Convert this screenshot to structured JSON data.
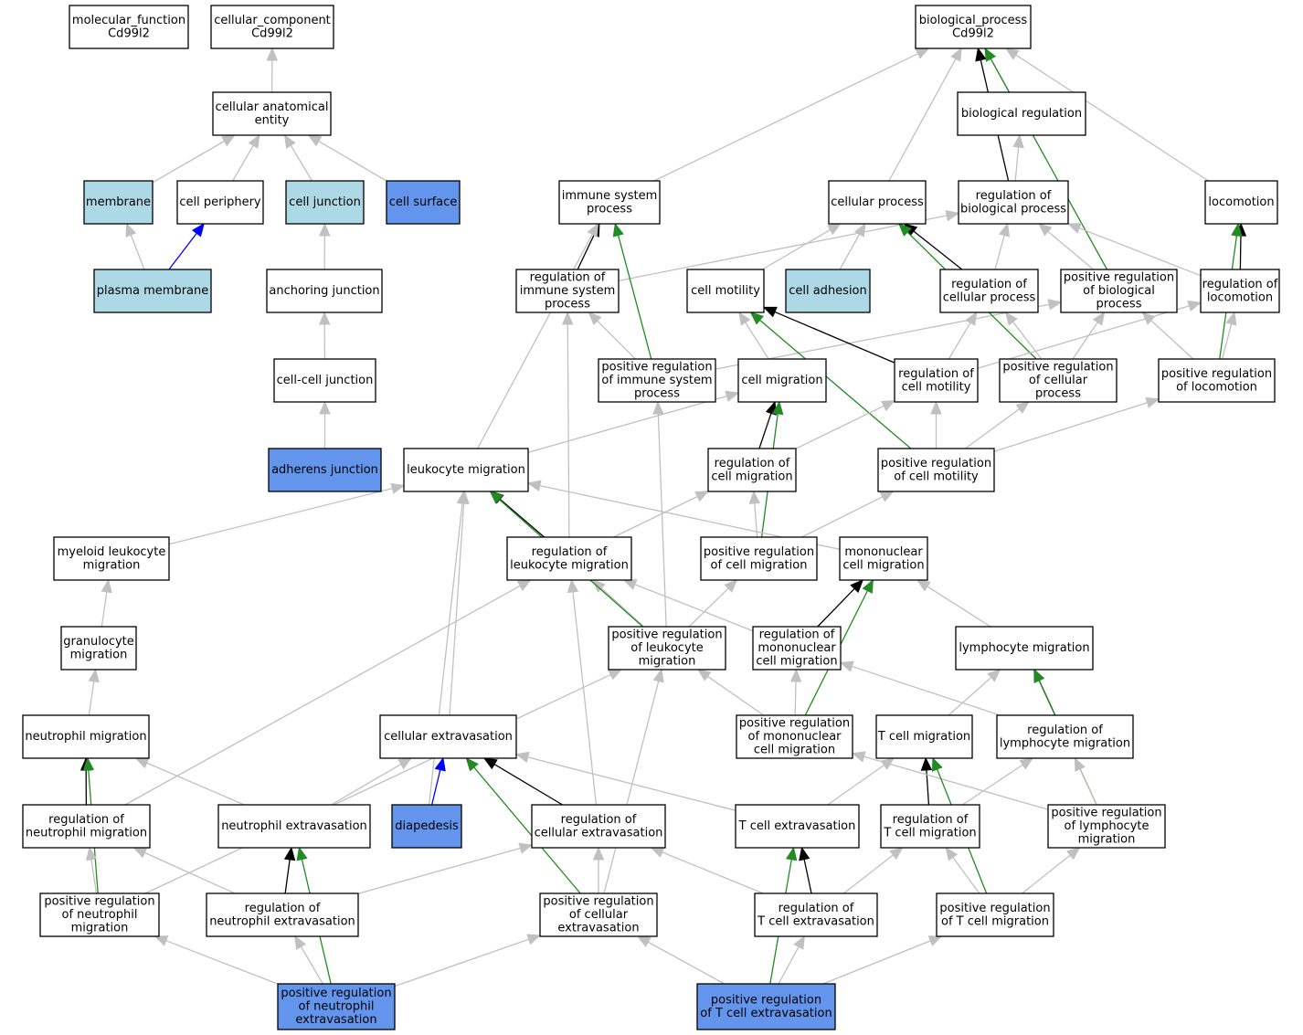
{
  "colors": {
    "white": "#ffffff",
    "light_blue": "#add8e6",
    "cornflower_blue": "#6495ed",
    "is_a_edge": "#c0c0c0",
    "part_of_edge": "#0000ff",
    "regulates_edge": "#000000",
    "positively_regulates_edge": "#228b22"
  },
  "nodes": [
    {
      "id": "mf",
      "lines": [
        "molecular_function",
        "Cd99l2"
      ],
      "fill": "white"
    },
    {
      "id": "cc",
      "lines": [
        "cellular_component",
        "Cd99l2"
      ],
      "fill": "white"
    },
    {
      "id": "bp",
      "lines": [
        "biological_process",
        "Cd99l2"
      ],
      "fill": "white"
    },
    {
      "id": "cae",
      "lines": [
        "cellular anatomical",
        "entity"
      ],
      "fill": "white"
    },
    {
      "id": "membrane",
      "lines": [
        "membrane"
      ],
      "fill": "light_blue"
    },
    {
      "id": "cperiph",
      "lines": [
        "cell periphery"
      ],
      "fill": "white"
    },
    {
      "id": "cjunc",
      "lines": [
        "cell junction"
      ],
      "fill": "light_blue"
    },
    {
      "id": "csurf",
      "lines": [
        "cell surface"
      ],
      "fill": "cornflower_blue"
    },
    {
      "id": "pm",
      "lines": [
        "plasma membrane"
      ],
      "fill": "light_blue"
    },
    {
      "id": "anch",
      "lines": [
        "anchoring junction"
      ],
      "fill": "white"
    },
    {
      "id": "ccj",
      "lines": [
        "cell-cell junction"
      ],
      "fill": "white"
    },
    {
      "id": "adh",
      "lines": [
        "adherens junction"
      ],
      "fill": "cornflower_blue"
    },
    {
      "id": "breg",
      "lines": [
        "biological regulation"
      ],
      "fill": "white"
    },
    {
      "id": "isp",
      "lines": [
        "immune system",
        "process"
      ],
      "fill": "white"
    },
    {
      "id": "cproc",
      "lines": [
        "cellular process"
      ],
      "fill": "white"
    },
    {
      "id": "rbp",
      "lines": [
        "regulation of",
        "biological process"
      ],
      "fill": "white"
    },
    {
      "id": "loco",
      "lines": [
        "locomotion"
      ],
      "fill": "white"
    },
    {
      "id": "risp",
      "lines": [
        "regulation of",
        "immune system",
        "process"
      ],
      "fill": "white"
    },
    {
      "id": "cmot",
      "lines": [
        "cell motility"
      ],
      "fill": "white"
    },
    {
      "id": "cadh",
      "lines": [
        "cell adhesion"
      ],
      "fill": "light_blue"
    },
    {
      "id": "rcp",
      "lines": [
        "regulation of",
        "cellular process"
      ],
      "fill": "white"
    },
    {
      "id": "prbp",
      "lines": [
        "positive regulation",
        "of biological",
        "process"
      ],
      "fill": "white"
    },
    {
      "id": "rloco",
      "lines": [
        "regulation of",
        "locomotion"
      ],
      "fill": "white"
    },
    {
      "id": "prisp",
      "lines": [
        "positive regulation",
        "of immune system",
        "process"
      ],
      "fill": "white"
    },
    {
      "id": "cmig",
      "lines": [
        "cell migration"
      ],
      "fill": "white"
    },
    {
      "id": "rcmot",
      "lines": [
        "regulation of",
        "cell motility"
      ],
      "fill": "white"
    },
    {
      "id": "prcp",
      "lines": [
        "positive regulation",
        "of cellular",
        "process"
      ],
      "fill": "white"
    },
    {
      "id": "prloco",
      "lines": [
        "positive regulation",
        "of locomotion"
      ],
      "fill": "white"
    },
    {
      "id": "lmig",
      "lines": [
        "leukocyte migration"
      ],
      "fill": "white"
    },
    {
      "id": "rcmig",
      "lines": [
        "regulation of",
        "cell migration"
      ],
      "fill": "white"
    },
    {
      "id": "prcmot",
      "lines": [
        "positive regulation",
        "of cell motility"
      ],
      "fill": "white"
    },
    {
      "id": "mlmig",
      "lines": [
        "myeloid leukocyte",
        "migration"
      ],
      "fill": "white"
    },
    {
      "id": "rlmig",
      "lines": [
        "regulation of",
        "leukocyte migration"
      ],
      "fill": "white"
    },
    {
      "id": "prcmig",
      "lines": [
        "positive regulation",
        "of cell migration"
      ],
      "fill": "white"
    },
    {
      "id": "mcmig",
      "lines": [
        "mononuclear",
        "cell migration"
      ],
      "fill": "white"
    },
    {
      "id": "gmig",
      "lines": [
        "granulocyte",
        "migration"
      ],
      "fill": "white"
    },
    {
      "id": "prlmig",
      "lines": [
        "positive regulation",
        "of leukocyte",
        "migration"
      ],
      "fill": "white"
    },
    {
      "id": "rmcmig",
      "lines": [
        "regulation of",
        "mononuclear",
        "cell migration"
      ],
      "fill": "white"
    },
    {
      "id": "lymig",
      "lines": [
        "lymphocyte migration"
      ],
      "fill": "white"
    },
    {
      "id": "nmig",
      "lines": [
        "neutrophil migration"
      ],
      "fill": "white"
    },
    {
      "id": "cext",
      "lines": [
        "cellular extravasation"
      ],
      "fill": "white"
    },
    {
      "id": "prmcmig",
      "lines": [
        "positive regulation",
        "of mononuclear",
        "cell migration"
      ],
      "fill": "white"
    },
    {
      "id": "tmig",
      "lines": [
        "T cell migration"
      ],
      "fill": "white"
    },
    {
      "id": "rlymig",
      "lines": [
        "regulation of",
        "lymphocyte migration"
      ],
      "fill": "white"
    },
    {
      "id": "rnmig",
      "lines": [
        "regulation of",
        "neutrophil migration"
      ],
      "fill": "white"
    },
    {
      "id": "next",
      "lines": [
        "neutrophil extravasation"
      ],
      "fill": "white"
    },
    {
      "id": "diap",
      "lines": [
        "diapedesis"
      ],
      "fill": "cornflower_blue"
    },
    {
      "id": "rcext",
      "lines": [
        "regulation of",
        "cellular extravasation"
      ],
      "fill": "white"
    },
    {
      "id": "text",
      "lines": [
        "T cell extravasation"
      ],
      "fill": "white"
    },
    {
      "id": "rtmig",
      "lines": [
        "regulation of",
        "T cell migration"
      ],
      "fill": "white"
    },
    {
      "id": "prlymig",
      "lines": [
        "positive regulation",
        "of lymphocyte",
        "migration"
      ],
      "fill": "white"
    },
    {
      "id": "prnmig",
      "lines": [
        "positive regulation",
        "of neutrophil",
        "migration"
      ],
      "fill": "white"
    },
    {
      "id": "rnext",
      "lines": [
        "regulation of",
        "neutrophil extravasation"
      ],
      "fill": "white"
    },
    {
      "id": "prcext",
      "lines": [
        "positive regulation",
        "of cellular",
        "extravasation"
      ],
      "fill": "white"
    },
    {
      "id": "rtext",
      "lines": [
        "regulation of",
        "T cell extravasation"
      ],
      "fill": "white"
    },
    {
      "id": "prtmig",
      "lines": [
        "positive regulation",
        "of T cell migration"
      ],
      "fill": "white"
    },
    {
      "id": "prnext",
      "lines": [
        "positive regulation",
        "of neutrophil",
        "extravasation"
      ],
      "fill": "cornflower_blue"
    },
    {
      "id": "prtext",
      "lines": [
        "positive regulation",
        "of T cell extravasation"
      ],
      "fill": "cornflower_blue"
    }
  ],
  "edges": [
    {
      "from": "cae",
      "to": "cc",
      "type": "is_a"
    },
    {
      "from": "membrane",
      "to": "cae",
      "type": "is_a"
    },
    {
      "from": "cperiph",
      "to": "cae",
      "type": "is_a"
    },
    {
      "from": "cjunc",
      "to": "cae",
      "type": "is_a"
    },
    {
      "from": "csurf",
      "to": "cae",
      "type": "is_a"
    },
    {
      "from": "pm",
      "to": "membrane",
      "type": "is_a"
    },
    {
      "from": "pm",
      "to": "cperiph",
      "type": "part_of"
    },
    {
      "from": "anch",
      "to": "cjunc",
      "type": "is_a"
    },
    {
      "from": "ccj",
      "to": "anch",
      "type": "is_a"
    },
    {
      "from": "adh",
      "to": "ccj",
      "type": "is_a"
    },
    {
      "from": "isp",
      "to": "bp",
      "type": "is_a"
    },
    {
      "from": "cproc",
      "to": "bp",
      "type": "is_a"
    },
    {
      "from": "breg",
      "to": "bp",
      "type": "is_a"
    },
    {
      "from": "rbp",
      "to": "bp",
      "type": "regulates"
    },
    {
      "from": "rbp",
      "to": "breg",
      "type": "is_a"
    },
    {
      "from": "prbp",
      "to": "bp",
      "type": "positively_regulates"
    },
    {
      "from": "loco",
      "to": "bp",
      "type": "is_a"
    },
    {
      "from": "risp",
      "to": "isp",
      "type": "regulates"
    },
    {
      "from": "risp",
      "to": "rbp",
      "type": "is_a"
    },
    {
      "from": "prisp",
      "to": "risp",
      "type": "is_a"
    },
    {
      "from": "prisp",
      "to": "isp",
      "type": "positively_regulates"
    },
    {
      "from": "prisp",
      "to": "prbp",
      "type": "is_a"
    },
    {
      "from": "cmot",
      "to": "cproc",
      "type": "is_a"
    },
    {
      "from": "cadh",
      "to": "cproc",
      "type": "is_a"
    },
    {
      "from": "rcp",
      "to": "cproc",
      "type": "regulates"
    },
    {
      "from": "rcp",
      "to": "rbp",
      "type": "is_a"
    },
    {
      "from": "prbp",
      "to": "rbp",
      "type": "is_a"
    },
    {
      "from": "rloco",
      "to": "rbp",
      "type": "is_a"
    },
    {
      "from": "rloco",
      "to": "loco",
      "type": "regulates"
    },
    {
      "from": "prcp",
      "to": "rcp",
      "type": "is_a"
    },
    {
      "from": "prcp",
      "to": "prbp",
      "type": "is_a"
    },
    {
      "from": "prcp",
      "to": "cproc",
      "type": "positively_regulates"
    },
    {
      "from": "prloco",
      "to": "rloco",
      "type": "is_a"
    },
    {
      "from": "prloco",
      "to": "prbp",
      "type": "is_a"
    },
    {
      "from": "prloco",
      "to": "loco",
      "type": "positively_regulates"
    },
    {
      "from": "cmig",
      "to": "cmot",
      "type": "is_a"
    },
    {
      "from": "rcmot",
      "to": "cmot",
      "type": "regulates"
    },
    {
      "from": "rcmot",
      "to": "rcp",
      "type": "is_a"
    },
    {
      "from": "rcmot",
      "to": "rloco",
      "type": "is_a"
    },
    {
      "from": "prcmot",
      "to": "cmot",
      "type": "positively_regulates"
    },
    {
      "from": "prcmot",
      "to": "rcmot",
      "type": "is_a"
    },
    {
      "from": "prcmot",
      "to": "prcp",
      "type": "is_a"
    },
    {
      "from": "prcmot",
      "to": "prloco",
      "type": "is_a"
    },
    {
      "from": "lmig",
      "to": "isp",
      "type": "is_a"
    },
    {
      "from": "lmig",
      "to": "cmig",
      "type": "is_a"
    },
    {
      "from": "rcmig",
      "to": "cmig",
      "type": "regulates"
    },
    {
      "from": "rcmig",
      "to": "rcmot",
      "type": "is_a"
    },
    {
      "from": "prcmig",
      "to": "rcmig",
      "type": "is_a"
    },
    {
      "from": "prcmig",
      "to": "cmig",
      "type": "positively_regulates"
    },
    {
      "from": "prcmig",
      "to": "prcmot",
      "type": "is_a"
    },
    {
      "from": "mlmig",
      "to": "lmig",
      "type": "is_a"
    },
    {
      "from": "rlmig",
      "to": "lmig",
      "type": "regulates"
    },
    {
      "from": "rlmig",
      "to": "risp",
      "type": "is_a"
    },
    {
      "from": "rlmig",
      "to": "rcmig",
      "type": "is_a"
    },
    {
      "from": "mcmig",
      "to": "lmig",
      "type": "is_a"
    },
    {
      "from": "gmig",
      "to": "mlmig",
      "type": "is_a"
    },
    {
      "from": "prlmig",
      "to": "rlmig",
      "type": "is_a"
    },
    {
      "from": "prlmig",
      "to": "lmig",
      "type": "positively_regulates"
    },
    {
      "from": "prlmig",
      "to": "prisp",
      "type": "is_a"
    },
    {
      "from": "prlmig",
      "to": "prcmig",
      "type": "is_a"
    },
    {
      "from": "rmcmig",
      "to": "mcmig",
      "type": "regulates"
    },
    {
      "from": "rmcmig",
      "to": "rlmig",
      "type": "is_a"
    },
    {
      "from": "lymig",
      "to": "mcmig",
      "type": "is_a"
    },
    {
      "from": "nmig",
      "to": "gmig",
      "type": "is_a"
    },
    {
      "from": "cext",
      "to": "lmig",
      "type": "is_a"
    },
    {
      "from": "prmcmig",
      "to": "rmcmig",
      "type": "is_a"
    },
    {
      "from": "prmcmig",
      "to": "mcmig",
      "type": "positively_regulates"
    },
    {
      "from": "prmcmig",
      "to": "prlmig",
      "type": "is_a"
    },
    {
      "from": "tmig",
      "to": "lymig",
      "type": "is_a"
    },
    {
      "from": "rlymig",
      "to": "lymig",
      "type": "regulates"
    },
    {
      "from": "rlymig",
      "to": "rmcmig",
      "type": "is_a"
    },
    {
      "from": "rnmig",
      "to": "nmig",
      "type": "regulates"
    },
    {
      "from": "rnmig",
      "to": "rlmig",
      "type": "is_a"
    },
    {
      "from": "next",
      "to": "nmig",
      "type": "is_a"
    },
    {
      "from": "next",
      "to": "cext",
      "type": "is_a"
    },
    {
      "from": "diap",
      "to": "cext",
      "type": "part_of"
    },
    {
      "from": "diap",
      "to": "lmig",
      "type": "is_a"
    },
    {
      "from": "rcext",
      "to": "cext",
      "type": "regulates"
    },
    {
      "from": "rcext",
      "to": "rlmig",
      "type": "is_a"
    },
    {
      "from": "text",
      "to": "cext",
      "type": "is_a"
    },
    {
      "from": "text",
      "to": "tmig",
      "type": "is_a"
    },
    {
      "from": "rtmig",
      "to": "tmig",
      "type": "regulates"
    },
    {
      "from": "rtmig",
      "to": "rlymig",
      "type": "is_a"
    },
    {
      "from": "prlymig",
      "to": "lymig",
      "type": "positively_regulates"
    },
    {
      "from": "prlymig",
      "to": "rlymig",
      "type": "is_a"
    },
    {
      "from": "prlymig",
      "to": "prmcmig",
      "type": "is_a"
    },
    {
      "from": "prnmig",
      "to": "nmig",
      "type": "positively_regulates"
    },
    {
      "from": "prnmig",
      "to": "rnmig",
      "type": "is_a"
    },
    {
      "from": "prnmig",
      "to": "prlmig",
      "type": "is_a"
    },
    {
      "from": "rnext",
      "to": "next",
      "type": "regulates"
    },
    {
      "from": "rnext",
      "to": "rnmig",
      "type": "is_a"
    },
    {
      "from": "rnext",
      "to": "rcext",
      "type": "is_a"
    },
    {
      "from": "prcext",
      "to": "rcext",
      "type": "is_a"
    },
    {
      "from": "prcext",
      "to": "cext",
      "type": "positively_regulates"
    },
    {
      "from": "prcext",
      "to": "prlmig",
      "type": "is_a"
    },
    {
      "from": "rtext",
      "to": "text",
      "type": "regulates"
    },
    {
      "from": "rtext",
      "to": "rcext",
      "type": "is_a"
    },
    {
      "from": "rtext",
      "to": "rtmig",
      "type": "is_a"
    },
    {
      "from": "prtmig",
      "to": "tmig",
      "type": "positively_regulates"
    },
    {
      "from": "prtmig",
      "to": "rtmig",
      "type": "is_a"
    },
    {
      "from": "prtmig",
      "to": "prlymig",
      "type": "is_a"
    },
    {
      "from": "prnext",
      "to": "next",
      "type": "positively_regulates"
    },
    {
      "from": "prnext",
      "to": "rnext",
      "type": "is_a"
    },
    {
      "from": "prnext",
      "to": "prnmig",
      "type": "is_a"
    },
    {
      "from": "prnext",
      "to": "prcext",
      "type": "is_a"
    },
    {
      "from": "prtext",
      "to": "text",
      "type": "positively_regulates"
    },
    {
      "from": "prtext",
      "to": "rtext",
      "type": "is_a"
    },
    {
      "from": "prtext",
      "to": "prcext",
      "type": "is_a"
    },
    {
      "from": "prtext",
      "to": "prtmig",
      "type": "is_a"
    }
  ]
}
